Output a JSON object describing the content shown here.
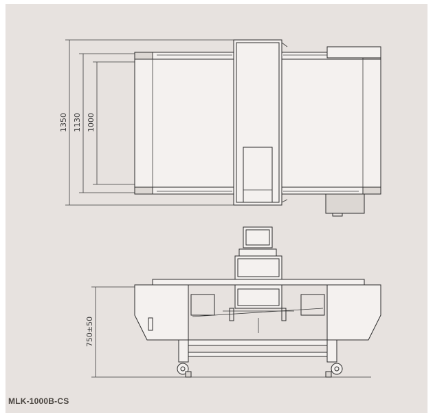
{
  "diagram": {
    "model_name": "MLK-1000B-CS",
    "dimensions": {
      "total_width": "1350",
      "frame_width": "1130",
      "belt_width": "1000",
      "height": "750±50"
    }
  },
  "colors": {
    "background": "#e7e2df",
    "line": "#2b2b2b",
    "text": "#3a3a3a"
  }
}
